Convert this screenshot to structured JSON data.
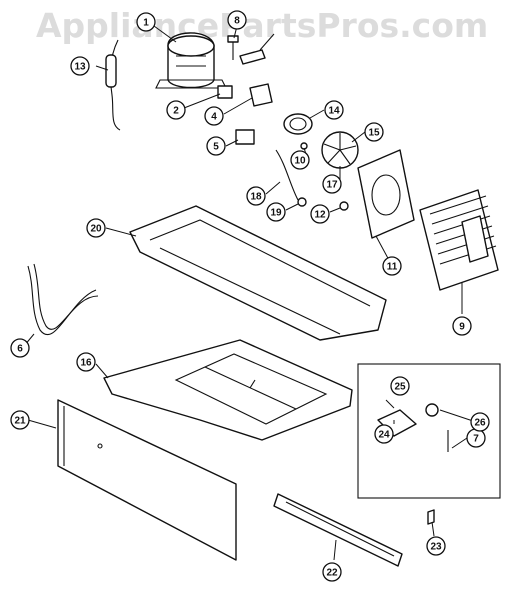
{
  "watermark": "AppliancePartsPros.com",
  "callouts": [
    "1",
    "2",
    "4",
    "5",
    "6",
    "7",
    "8",
    "9",
    "10",
    "11",
    "12",
    "13",
    "14",
    "15",
    "16",
    "17",
    "18",
    "19",
    "20",
    "21",
    "22",
    "23",
    "24",
    "25",
    "26"
  ]
}
